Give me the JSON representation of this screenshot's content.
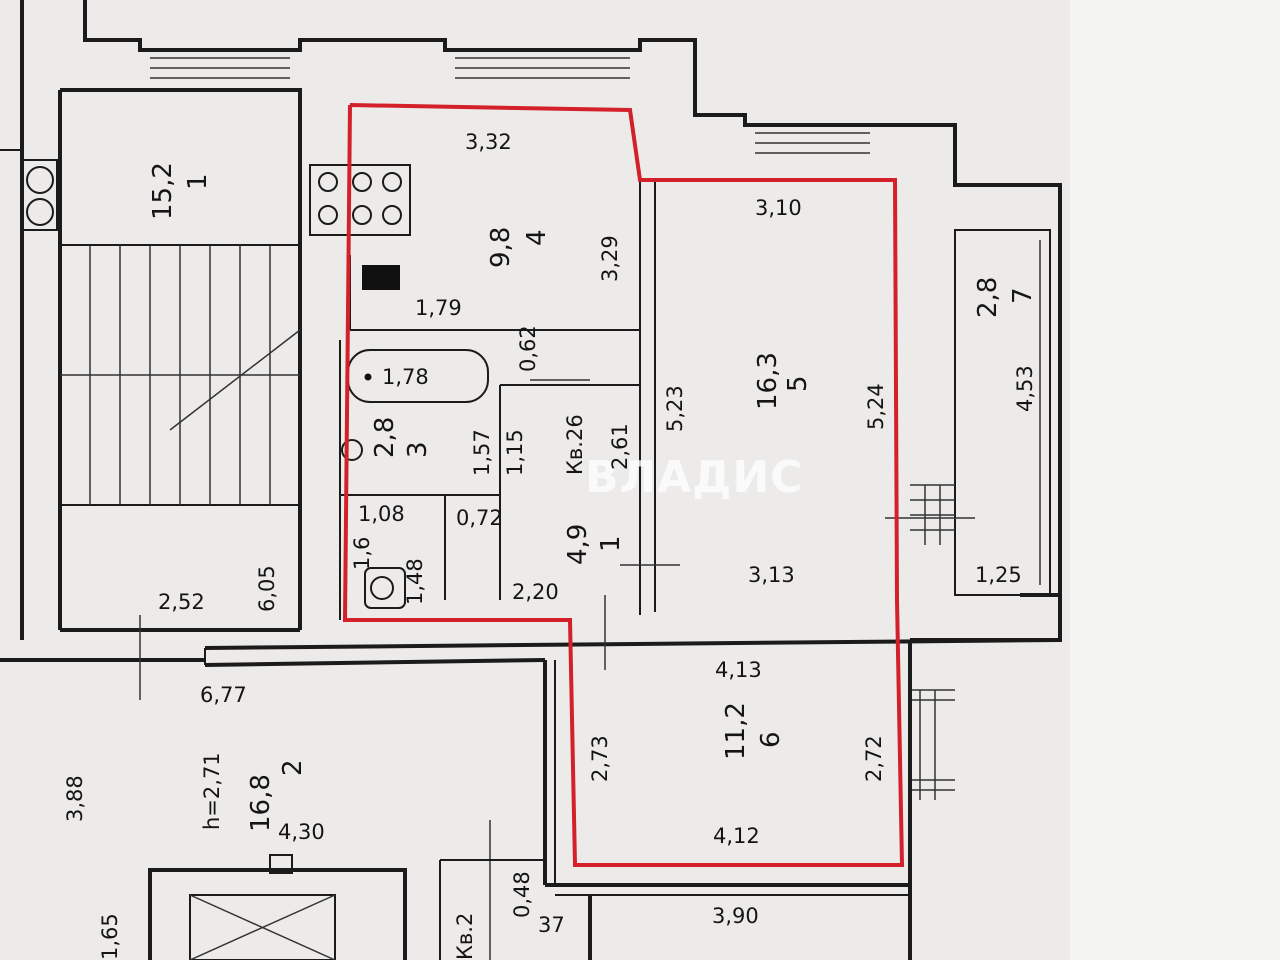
{
  "plan": {
    "outline_color": "#d4202a",
    "watermark": "ВЛАДИС",
    "apartment_label": "Кв.26",
    "bottom_apartment_label": "Кв.2",
    "height_label": "h=2,71",
    "rooms": [
      {
        "number": "1",
        "area": "15,2"
      },
      {
        "number": "2",
        "area": "16,8"
      },
      {
        "number": "3",
        "area": "2,8"
      },
      {
        "number": "4",
        "area": "9,8"
      },
      {
        "number": "5",
        "area": "16,3"
      },
      {
        "number": "6",
        "area": "11,2"
      },
      {
        "number": "7",
        "area": "2,8"
      },
      {
        "number": "1",
        "area": "4,9"
      }
    ],
    "dimensions": {
      "d332": "3,32",
      "d329": "3,29",
      "d179": "1,79",
      "d062": "0,62",
      "d178": "1,78",
      "d157": "1,57",
      "d115": "1,15",
      "d261": "2,61",
      "d108": "1,08",
      "d16": "1,6",
      "d072": "0,72",
      "d148": "1,48",
      "d220": "2,20",
      "d310": "3,10",
      "d523": "5,23",
      "d524": "5,24",
      "d313": "3,13",
      "d453": "4,53",
      "d125": "1,25",
      "d413": "4,13",
      "d273": "2,73",
      "d272": "2,72",
      "d412": "4,12",
      "d390": "3,90",
      "d605": "6,05",
      "d252": "2,52",
      "d677": "6,77",
      "d388": "3,88",
      "d430": "4,30",
      "d165": "1,65",
      "d048": "0,48",
      "d037": "37"
    }
  }
}
